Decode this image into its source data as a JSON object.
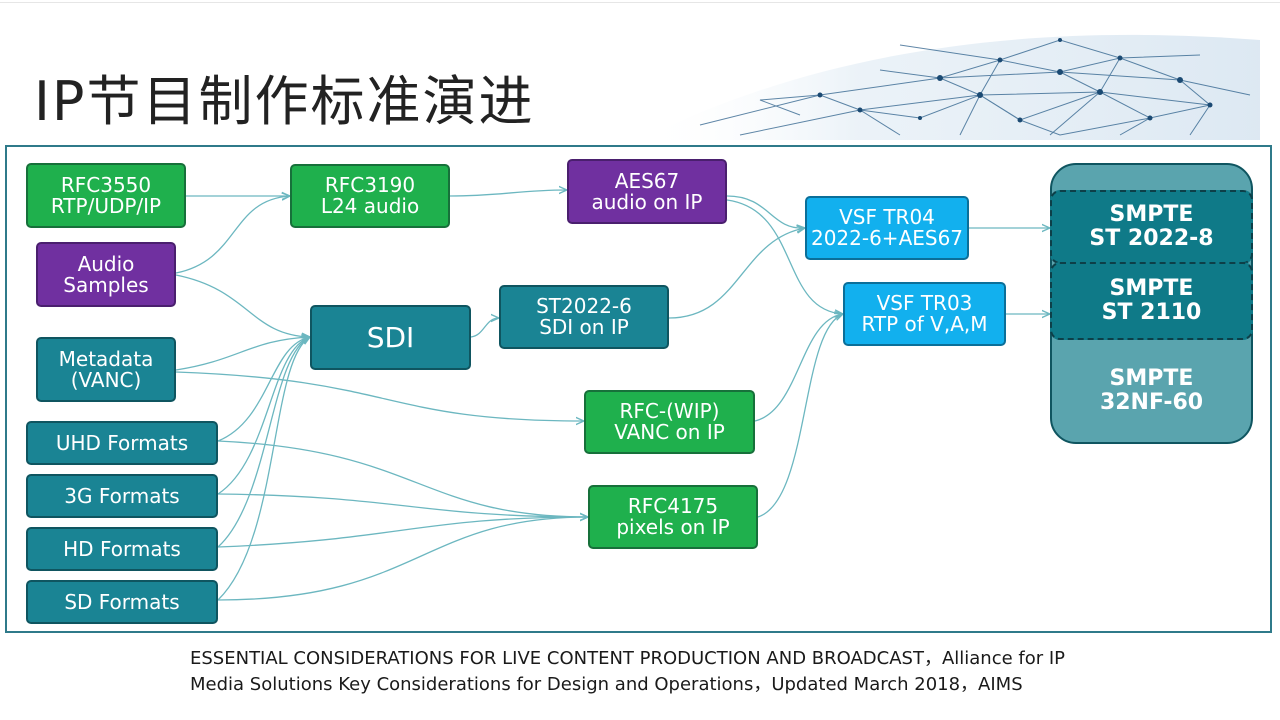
{
  "title": "IP节目制作标准演进",
  "colors": {
    "green": "#1fb04d",
    "purple": "#7030a0",
    "teal": "#1a8494",
    "blue": "#12b0ee",
    "frame": "#2f7a8a",
    "connector": "#6cb7c0"
  },
  "nodes": {
    "rfc3550": {
      "line1": "RFC3550",
      "line2": "RTP/UDP/IP"
    },
    "audio_samples": {
      "line1": "Audio",
      "line2": "Samples"
    },
    "metadata": {
      "line1": "Metadata",
      "line2": "(VANC)"
    },
    "uhd": {
      "line1": "UHD Formats"
    },
    "g3": {
      "line1": "3G Formats"
    },
    "hd": {
      "line1": "HD Formats"
    },
    "sd": {
      "line1": "SD Formats"
    },
    "rfc3190": {
      "line1": "RFC3190",
      "line2": "L24 audio"
    },
    "sdi": {
      "line1": "SDI"
    },
    "aes67": {
      "line1": "AES67",
      "line2": "audio on IP"
    },
    "st2022_6": {
      "line1": "ST2022-6",
      "line2": "SDI on IP"
    },
    "rfc_wip": {
      "line1": "RFC-(WIP)",
      "line2": "VANC on IP"
    },
    "rfc4175": {
      "line1": "RFC4175",
      "line2": "pixels on IP"
    },
    "tr04": {
      "line1": "VSF TR04",
      "line2": "2022-6+AES67"
    },
    "tr03": {
      "line1": "VSF TR03",
      "line2": "RTP of V,A,M"
    }
  },
  "standards": {
    "st2022_8": {
      "line1": "SMPTE",
      "line2": "ST 2022-8"
    },
    "st2110": {
      "line1": "SMPTE",
      "line2": "ST 2110"
    },
    "nf60": {
      "line1": "SMPTE",
      "line2": "32NF-60"
    }
  },
  "citation": {
    "line1": "ESSENTIAL CONSIDERATIONS FOR LIVE CONTENT PRODUCTION AND BROADCAST，Alliance for IP",
    "line2": "Media Solutions Key Considerations for Design and Operations，Updated March 2018，AIMS"
  }
}
